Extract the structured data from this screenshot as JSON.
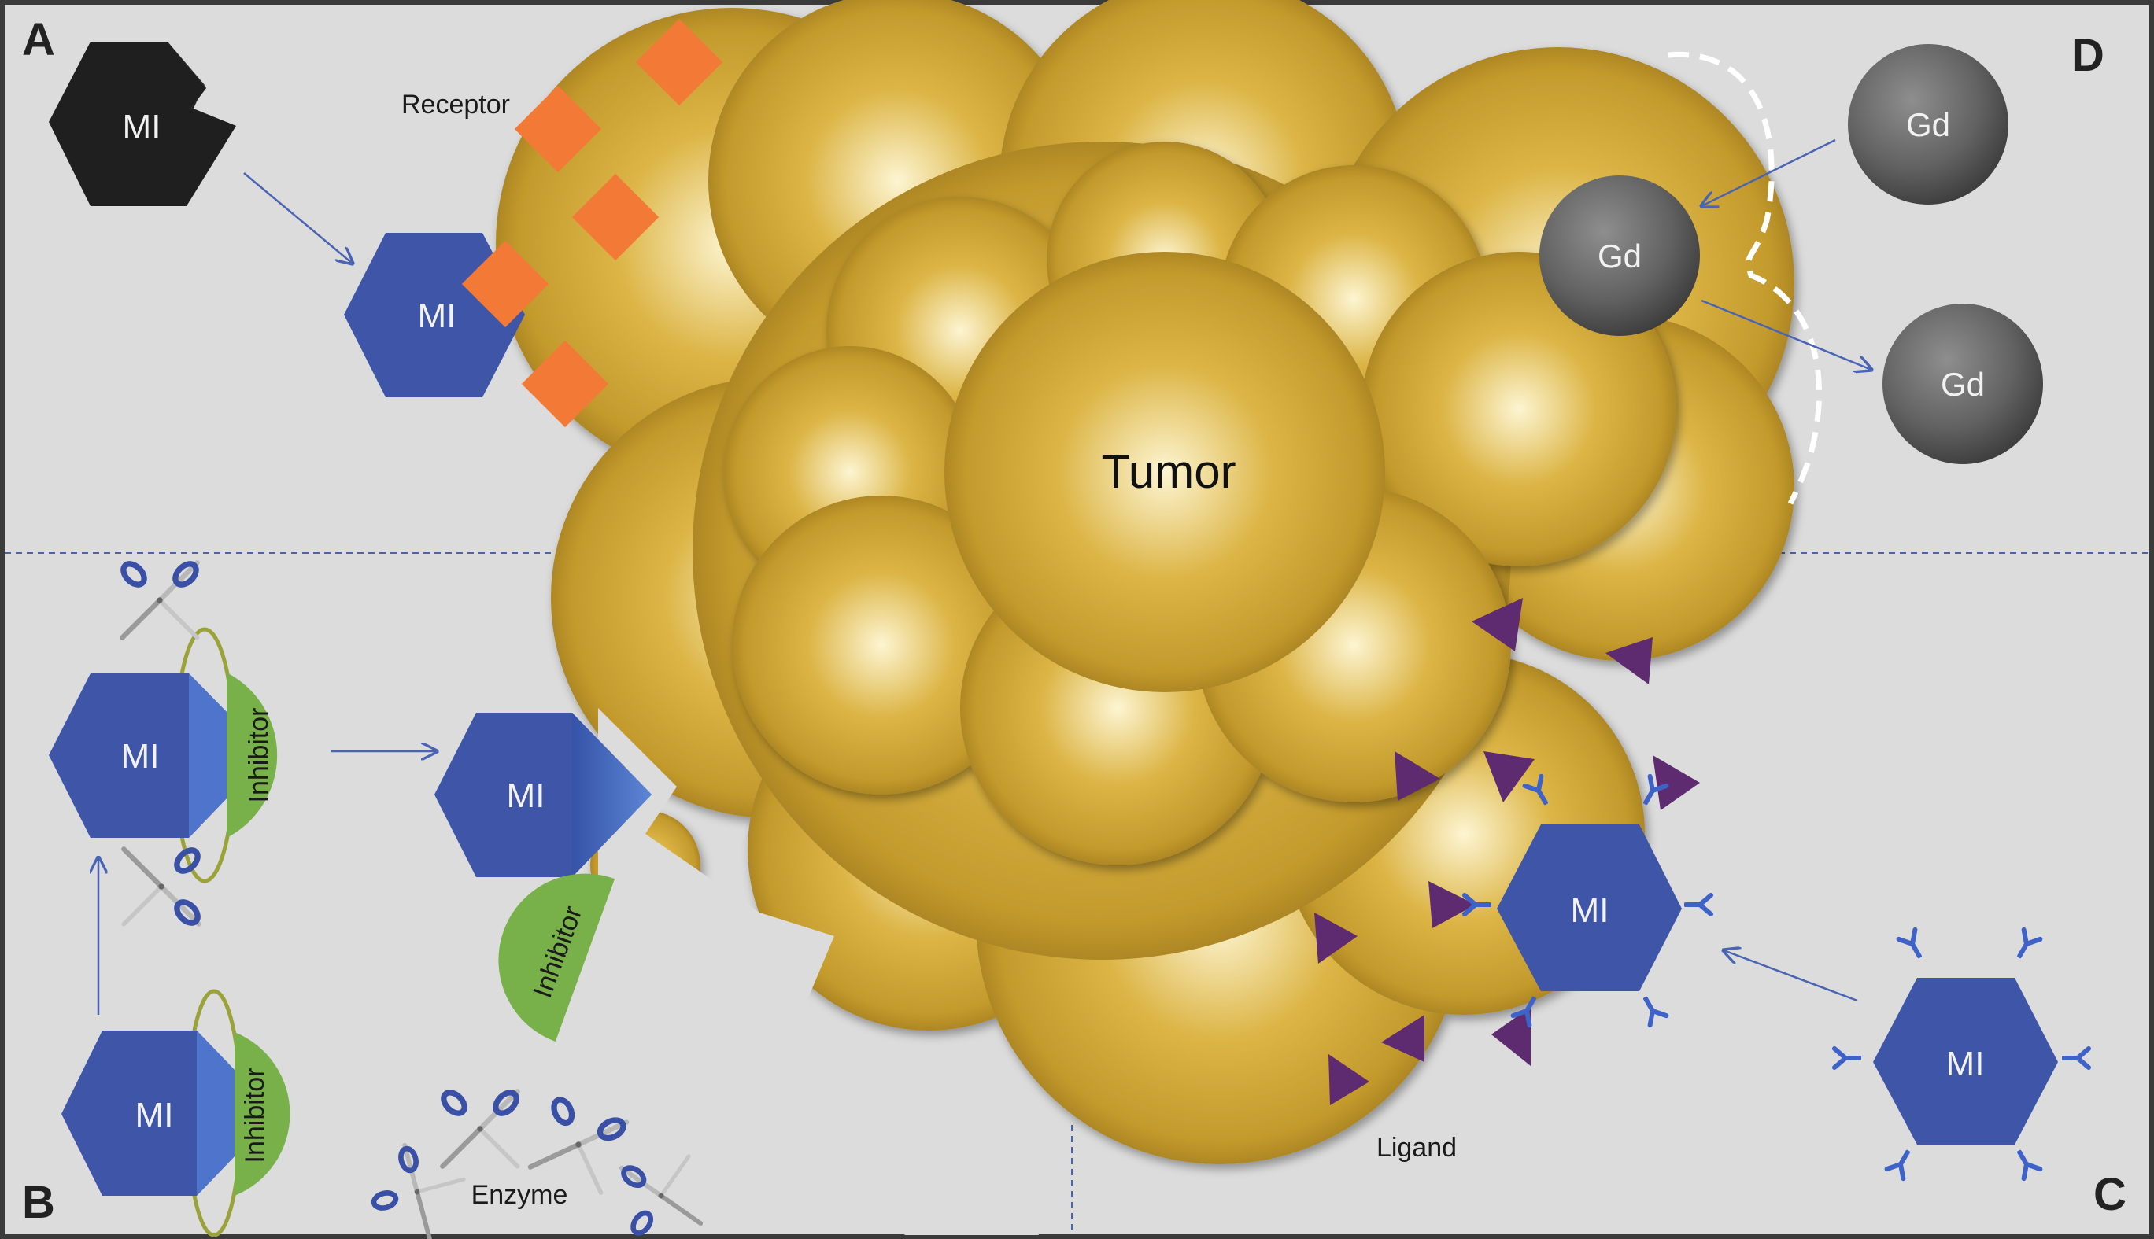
{
  "panels": {
    "a": "A",
    "b": "B",
    "c": "C",
    "d": "D"
  },
  "tumor": {
    "label": "Tumor",
    "colors": {
      "highlight": "#fdf5d2",
      "mid": "#d1a838",
      "edge": "#8a6818"
    }
  },
  "receptor": {
    "label": "Receptor",
    "color": "#f37a36"
  },
  "probe": {
    "label": "MI",
    "color": "#3e55a8",
    "inactive_color": "#1f1f1f"
  },
  "inhibitor": {
    "label": "Inhibitor",
    "color": "#78b04a"
  },
  "enzyme": {
    "label": "Enzyme"
  },
  "ligand": {
    "label": "Ligand",
    "color": "#5e2a70"
  },
  "gadolinium": {
    "label": "Gd",
    "color": "#666666"
  },
  "background_color": "#dcdcdc",
  "arrow_color": "#4a64b4"
}
